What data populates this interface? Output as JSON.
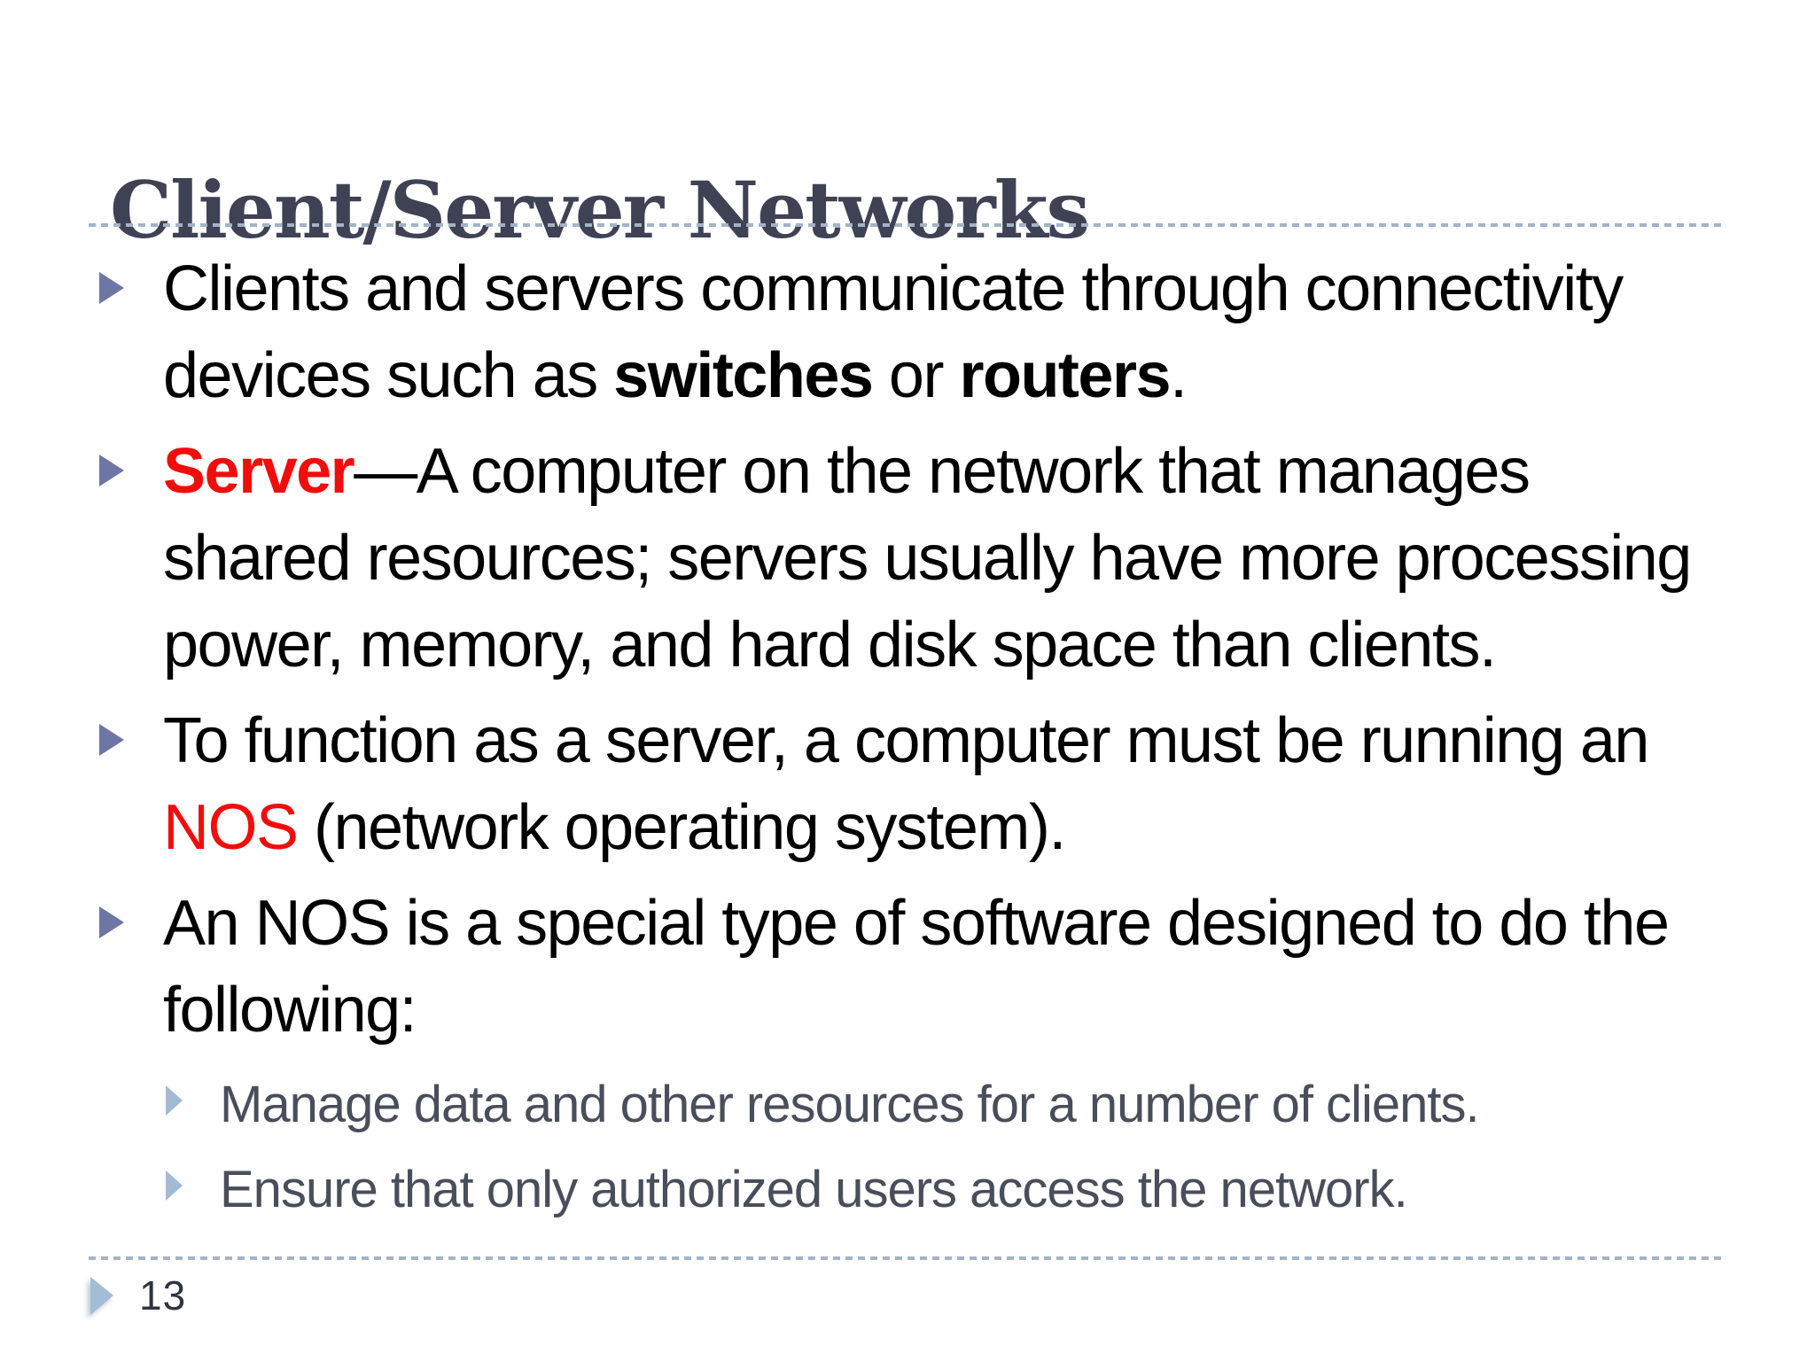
{
  "slide": {
    "title": "Client/Server Networks",
    "page_number": "13",
    "bullets": [
      {
        "lines": [
          [
            {
              "t": "Clients and servers communicate through connectivity"
            }
          ],
          [
            {
              "t": "devices such as "
            },
            {
              "t": "switches"
            },
            {
              "t": " or "
            },
            {
              "t": "routers"
            },
            {
              "t": "."
            }
          ]
        ]
      },
      {
        "lines": [
          [
            {
              "t": "Server"
            },
            {
              "t": "—A computer on the network that manages"
            }
          ],
          [
            {
              "t": "shared resources; servers usually have more processing"
            }
          ],
          [
            {
              "t": "power, memory, and hard disk space than clients."
            }
          ]
        ]
      },
      {
        "lines": [
          [
            {
              "t": "To function as a server, a computer must be running an"
            }
          ],
          [
            {
              "t": "NOS"
            },
            {
              "t": " (network operating system)."
            }
          ]
        ]
      },
      {
        "lines": [
          [
            {
              "t": "An NOS is a special type of software designed to do the"
            }
          ],
          [
            {
              "t": "following:"
            }
          ]
        ]
      }
    ],
    "sub_bullets": [
      "Manage data and other resources for a number of clients.",
      "Ensure that only authorized users access the network."
    ],
    "colors": {
      "title_text": "#3F4254",
      "body_text": "#000000",
      "accent_red": "#F20D0D",
      "bullet_marker": "#6E76A6",
      "sub_bullet_marker": "#A2BAD2",
      "sub_bullet_text": "#484E5A",
      "dashed_rule": "#A2B4C6",
      "footer_marker": "#A3BDD7",
      "page_number_text": "#2F353F",
      "background": "#FFFFFF"
    }
  }
}
